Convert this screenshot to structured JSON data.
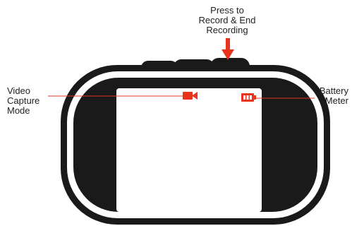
{
  "labels": {
    "press": [
      "Press to",
      "Record & End",
      "Recording"
    ],
    "video": [
      "Video",
      "Capture",
      "Mode"
    ],
    "battery": [
      "Battery",
      "Meter"
    ]
  },
  "icons": {
    "record_arrow": "down-arrow-icon",
    "video_mode": "video-camera-icon",
    "battery": "battery-icon"
  },
  "colors": {
    "accent": "#e8341c",
    "body": "#1a1a1a",
    "screen": "#ffffff",
    "outline": "#1a1a1a"
  }
}
